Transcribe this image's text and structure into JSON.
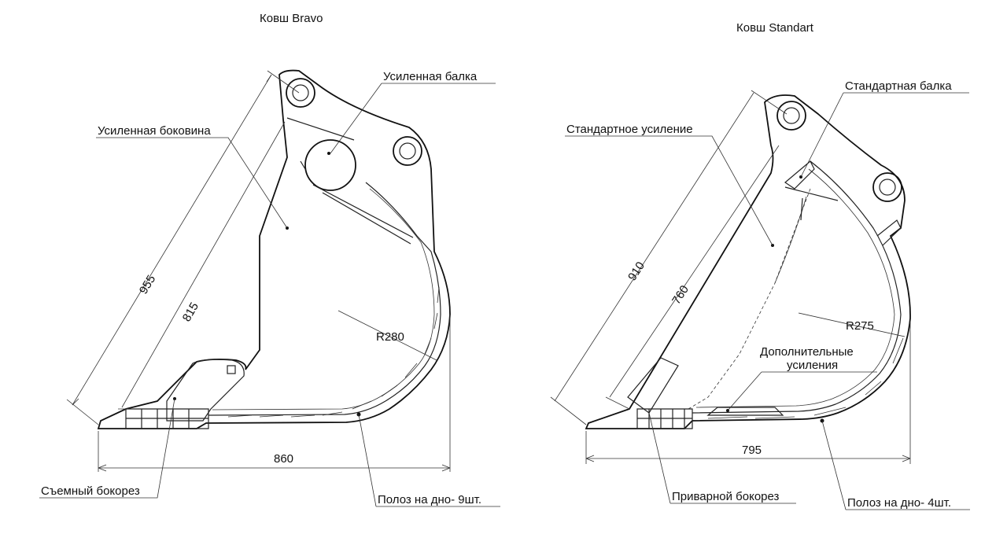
{
  "bravo": {
    "title": "Ковш Bravo",
    "labels": {
      "beam": "Усиленная балка",
      "side": "Усиленная боковина",
      "cutter": "Съемный бокорез",
      "strips": "Полоз на дно- 9шт."
    },
    "dims": {
      "overall": "955",
      "inner": "815",
      "width": "860",
      "radius": "R280"
    }
  },
  "standart": {
    "title": "Ковш Standart",
    "labels": {
      "beam": "Стандартная балка",
      "reinf": "Стандартное усиление",
      "extra_line1": "Дополнительные",
      "extra_line2": "усиления",
      "cutter": "Приварной бокорез",
      "strips": "Полоз на дно- 4шт."
    },
    "dims": {
      "overall": "910",
      "inner": "760",
      "width": "795",
      "radius": "R275"
    }
  }
}
